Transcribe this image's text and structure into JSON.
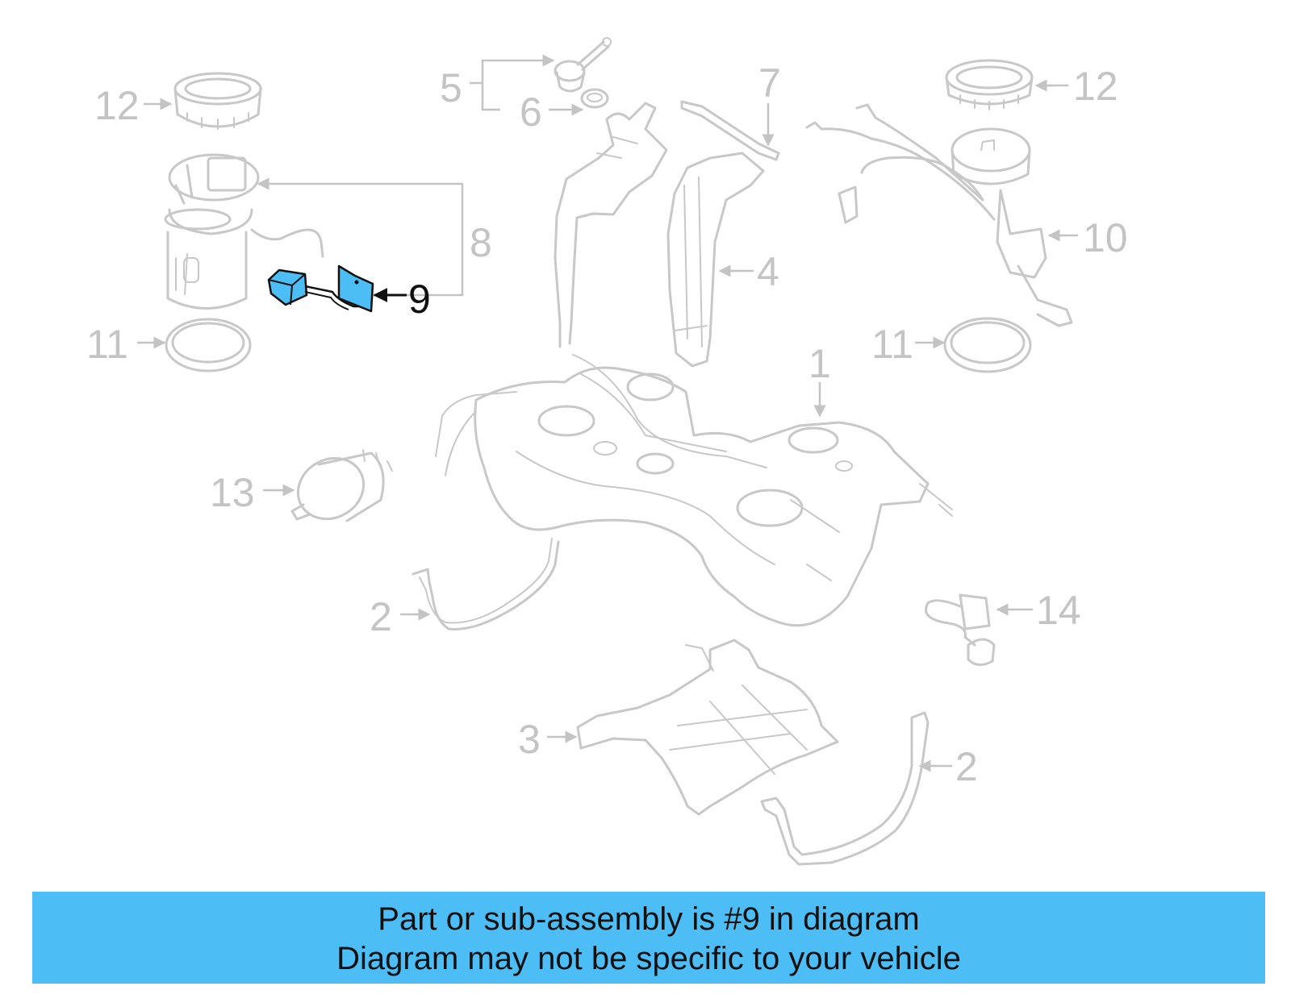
{
  "callouts": {
    "n1": "1",
    "n2a": "2",
    "n2b": "2",
    "n3": "3",
    "n4": "4",
    "n5": "5",
    "n6": "6",
    "n7": "7",
    "n8": "8",
    "n9": "9",
    "n10": "10",
    "n11a": "11",
    "n11b": "11",
    "n12a": "12",
    "n12b": "12",
    "n13": "13",
    "n14": "14"
  },
  "highlight": {
    "part_number": "9",
    "color": "#4dbdf5"
  },
  "caption": {
    "line1": "Part or sub-assembly is #9 in diagram",
    "line2": "Diagram may not be specific to your vehicle"
  }
}
